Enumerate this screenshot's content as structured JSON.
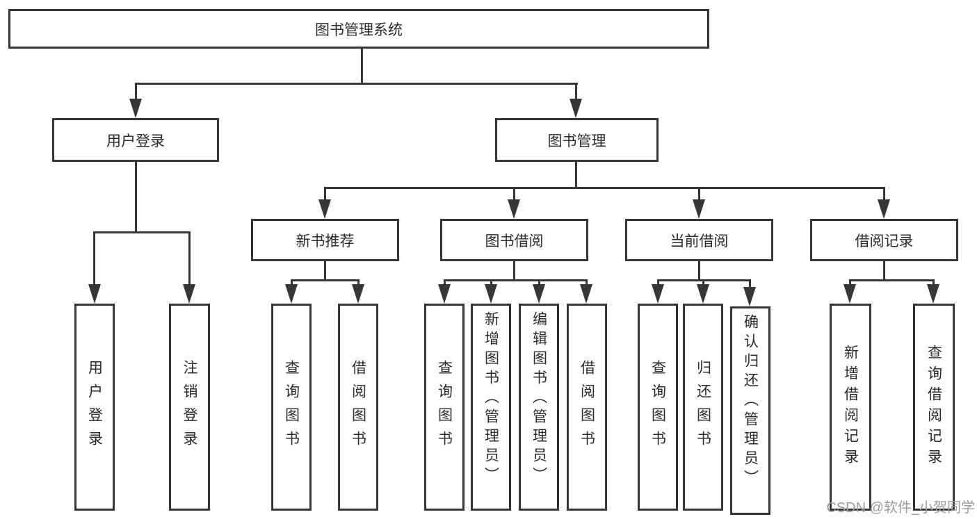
{
  "diagram": {
    "title": "图书管理系统",
    "branches": {
      "user_login": {
        "label": "用户登录",
        "children": {
          "login": "用户登录",
          "logout": "注销登录"
        }
      },
      "book_mgmt": {
        "label": "图书管理",
        "sections": {
          "new_book": {
            "label": "新书推荐",
            "children": {
              "query": "查询图书",
              "borrow": "借阅图书"
            }
          },
          "borrow": {
            "label": "图书借阅",
            "children": {
              "query": "查询图书",
              "add": "新增图书（管理员）",
              "edit": "编辑图书（管理员）",
              "borrow": "借阅图书"
            }
          },
          "current": {
            "label": "当前借阅",
            "children": {
              "query": "查询图书",
              "return": "归还图书",
              "confirm": "确认归还（管理员）"
            }
          },
          "record": {
            "label": "借阅记录",
            "children": {
              "add_record": "新增借阅记录",
              "query_record": "查询借阅记录"
            }
          }
        }
      }
    }
  },
  "watermark": "CSDN @软件_小贺同学",
  "colors": {
    "line": "#363636",
    "text": "#2a2a2a",
    "watermark": "#9b9b9b",
    "background": "#ffffff"
  }
}
